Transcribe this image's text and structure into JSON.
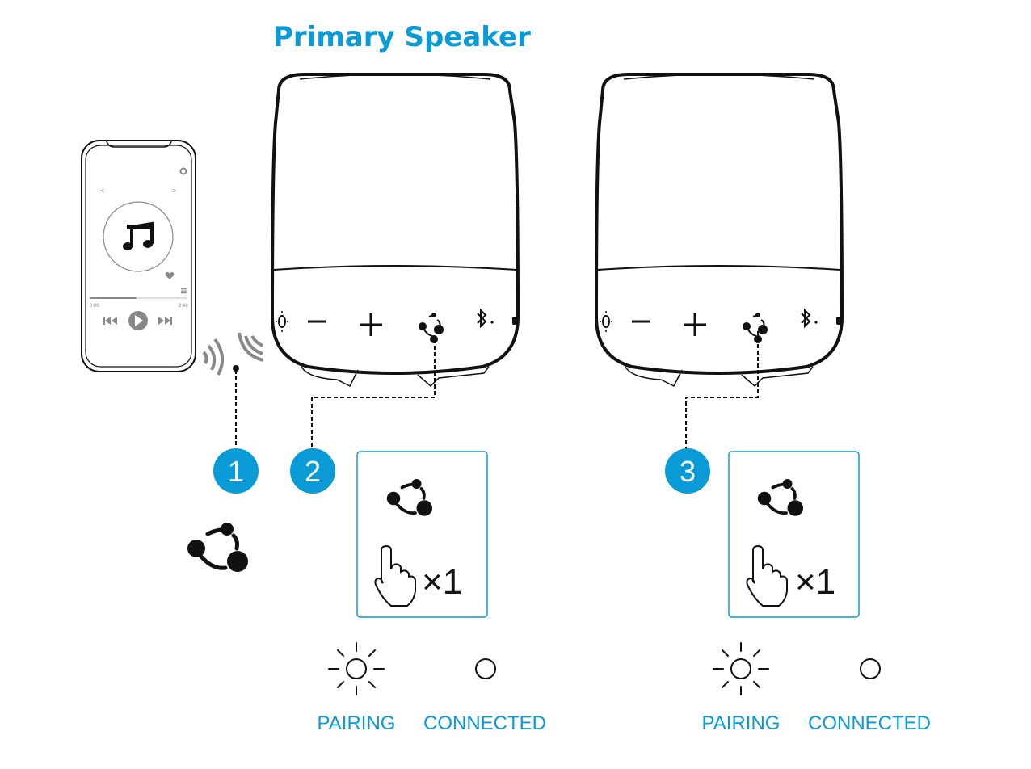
{
  "title": "Primary Speaker",
  "phone": {
    "prev": "<",
    "next": ">",
    "time_start": "0:00",
    "time_end": "2:48",
    "progress": 0.48
  },
  "steps": [
    "1",
    "2",
    "3"
  ],
  "press_count": "×1",
  "indicators": {
    "pairing": "PAIRING",
    "connected": "CONNECTED"
  },
  "colors": {
    "accent": "#0a9bd7",
    "line": "#111111",
    "grey": "#888888"
  }
}
